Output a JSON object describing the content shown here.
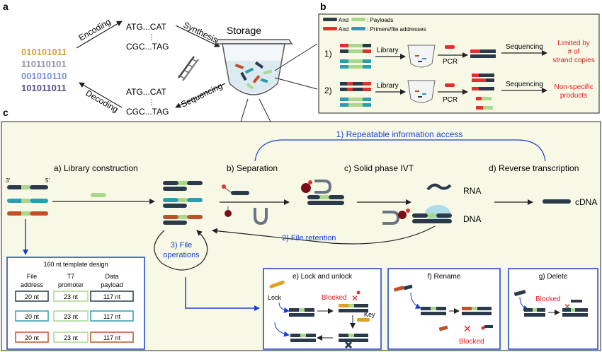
{
  "panels": {
    "a": {
      "label": "a",
      "binary": [
        {
          "text": "010101011",
          "color": "#d4a03a"
        },
        {
          "text": "110110101",
          "color": "#9a8fb0"
        },
        {
          "text": "001010110",
          "color": "#7b8fd6"
        },
        {
          "text": "101011011",
          "color": "#55508a"
        }
      ],
      "encoding": "Encoding",
      "decoding": "Decoding",
      "synthesis": "Synthesis",
      "sequencing": "Sequencing",
      "storage": "Storage",
      "seq_top_1": "ATG...CAT",
      "seq_top_2": "CGC...TAG",
      "seq_bot_1": "ATG...CAT",
      "seq_bot_2": "CGC...TAG"
    },
    "b": {
      "label": "b",
      "legend_payloads": ": Payloads",
      "legend_primers": ": Primers/file addresses",
      "legend_and": "And",
      "row1": "1)",
      "row2": "2)",
      "library": "Library",
      "pcr": "PCR",
      "sequencing": "Sequencing",
      "result1_l1": "Limited by",
      "result1_l2": "# of",
      "result1_l3": "strand copies",
      "result2_l1": "Non-specific",
      "result2_l2": "products"
    },
    "c": {
      "label": "c",
      "repeatable": "1) Repeatable information access",
      "library_construction": "a) Library construction",
      "separation": "b) Separation",
      "solid_phase": "c) Solid phase IVT",
      "reverse_transcription": "d) Reverse transcription",
      "rna": "RNA",
      "dna": "DNA",
      "cdna": "cDNA",
      "file_retention": "2) File retention",
      "file_ops_l1": "3) File",
      "file_ops_l2": "operations",
      "three_prime": "3'",
      "five_prime": "5'",
      "template": {
        "title": "160 nt template design",
        "col1_l1": "File",
        "col1_l2": "address",
        "col2_l1": "T7",
        "col2_l2": "promoter",
        "col3_l1": "Data",
        "col3_l2": "payload",
        "cell1": "20 nt",
        "cell2": "23 nt",
        "cell3": "117 nt"
      },
      "lock": {
        "title": "e) Lock and unlock",
        "lock": "Lock",
        "key": "Key",
        "blocked": "Blocked"
      },
      "rename": {
        "title": "f) Rename",
        "blocked": "Blocked"
      },
      "delete": {
        "title": "g) Delete",
        "blocked": "Blocked"
      }
    }
  },
  "colors": {
    "dark_navy": "#2b3a4a",
    "light_green": "#a8d98a",
    "teal": "#2a9db0",
    "red_orange": "#c0502a",
    "red_text": "#e02020",
    "blue_accent": "#1a3fd0",
    "gold": "#e0a020",
    "panel_b_bg": "#f7f9e6"
  }
}
